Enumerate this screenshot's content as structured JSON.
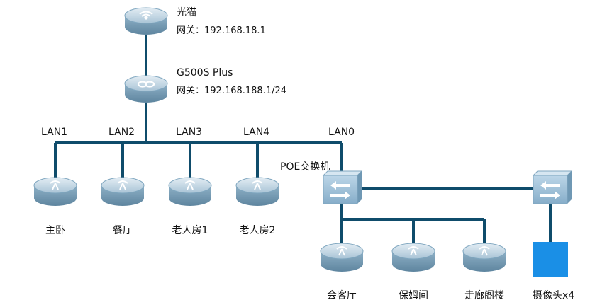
{
  "modem": {
    "name": "光猫",
    "gateway": "网关：192.168.18.1"
  },
  "router": {
    "name": "G500S Plus",
    "gateway": "网关：192.168.188.1/24"
  },
  "ports": [
    "LAN1",
    "LAN2",
    "LAN3",
    "LAN4",
    "LAN0"
  ],
  "aps_top": [
    "主卧",
    "餐厅",
    "老人房1",
    "老人房2"
  ],
  "poe_switch": {
    "name": "POE交换机"
  },
  "aps_bottom": [
    "会客厅",
    "保姆间",
    "走廊阁楼"
  ],
  "camera": {
    "name": "摄像头x4",
    "color": "#1a8fe6"
  },
  "colors": {
    "line": "#0f4c6b",
    "device_top": "#c9dbe7",
    "device_side": "#7fa6bf",
    "switch": "#9ec2dc"
  }
}
